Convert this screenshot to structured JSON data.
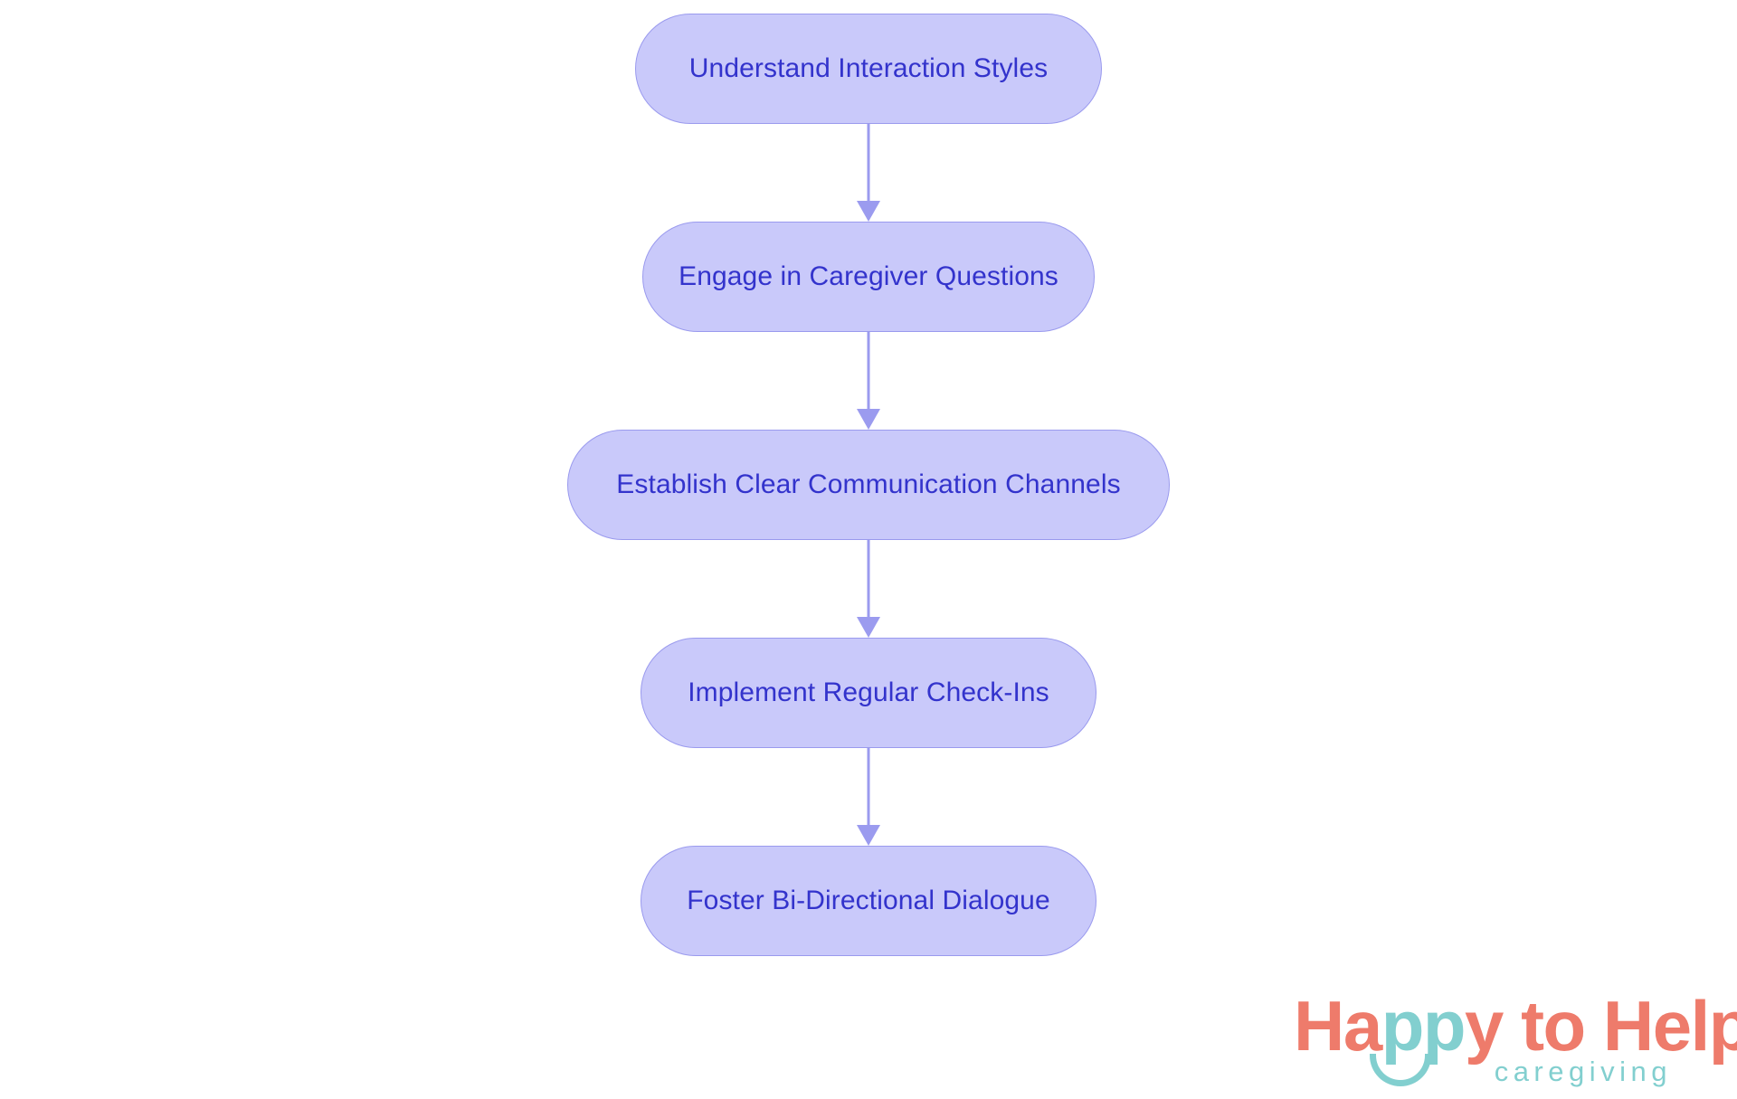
{
  "diagram": {
    "type": "flowchart",
    "orientation": "top-to-bottom",
    "background_color": "#ffffff",
    "node_fill_color": "#c9c9fa",
    "node_border_color": "#9a9aee",
    "node_text_color": "#3333cc",
    "connector_color": "#9b9bef",
    "nodes": [
      {
        "id": "n1",
        "label": "Understand Interaction Styles"
      },
      {
        "id": "n2",
        "label": "Engage in Caregiver Questions"
      },
      {
        "id": "n3",
        "label": "Establish Clear Communication Channels"
      },
      {
        "id": "n4",
        "label": "Implement Regular Check-Ins"
      },
      {
        "id": "n5",
        "label": "Foster Bi-Directional Dialogue"
      }
    ],
    "edges": [
      {
        "from": "n1",
        "to": "n2"
      },
      {
        "from": "n2",
        "to": "n3"
      },
      {
        "from": "n3",
        "to": "n4"
      },
      {
        "from": "n4",
        "to": "n5"
      }
    ]
  },
  "logo": {
    "word_1": "Ha",
    "word_2": "pp",
    "word_3": "y",
    "word_4": " to Help",
    "subtitle": "caregiving",
    "primary_color": "#ee7b6b",
    "secondary_color": "#82cfcf"
  }
}
